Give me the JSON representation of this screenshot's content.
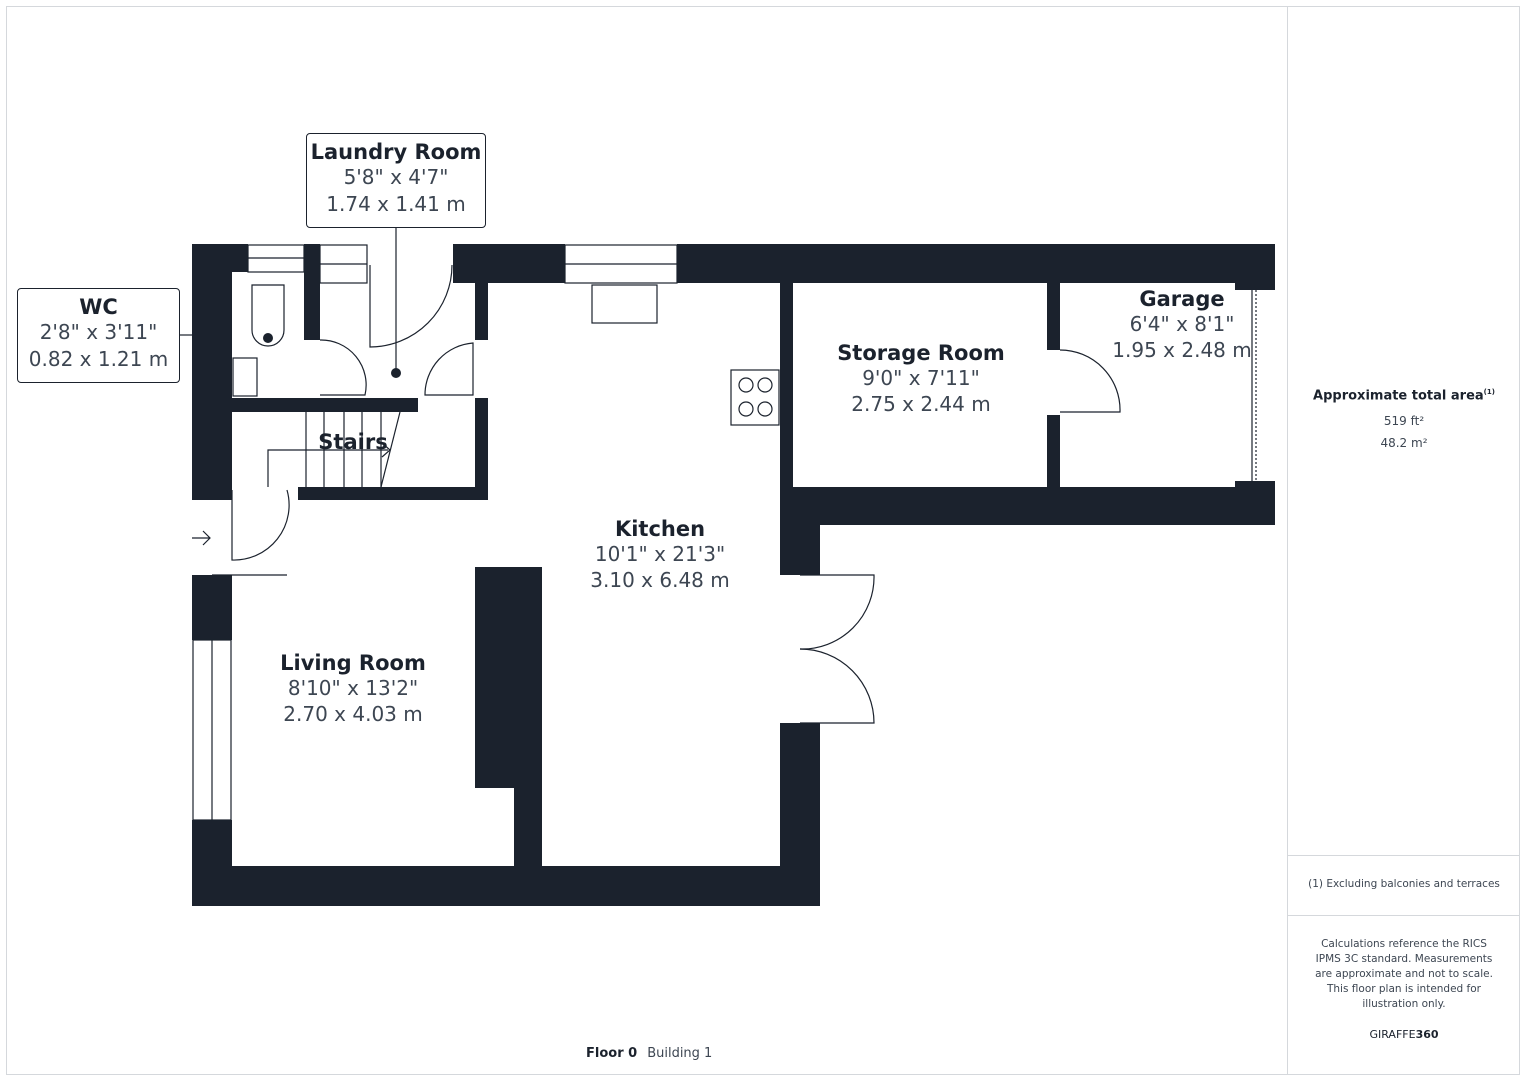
{
  "rooms": [
    {
      "name": "Laundry Room",
      "imperial": "5'8\" x 4'7\"",
      "metric": "1.74 x 1.41 m"
    },
    {
      "name": "WC",
      "imperial": "2'8\" x 3'11\"",
      "metric": "0.82 x 1.21 m"
    },
    {
      "name": "Stairs"
    },
    {
      "name": "Storage Room",
      "imperial": "9'0\" x 7'11\"",
      "metric": "2.75 x 2.44 m"
    },
    {
      "name": "Garage",
      "imperial": "6'4\" x 8'1\"",
      "metric": "1.95 x 2.48 m"
    },
    {
      "name": "Kitchen",
      "imperial": "10'1\" x 21'3\"",
      "metric": "3.10 x 6.48 m"
    },
    {
      "name": "Living Room",
      "imperial": "8'10\" x 13'2\"",
      "metric": "2.70 x 4.03 m"
    }
  ],
  "panel": {
    "area_title": "Approximate total area",
    "area_note_marker": "(1)",
    "area_ft": "519 ft²",
    "area_m": "48.2 m²",
    "footnote": "(1) Excluding balconies and terraces",
    "disclaimer": "Calculations reference the RICS IPMS 3C standard. Measurements are approximate and not to scale. This floor plan is intended for illustration only.",
    "brand_prefix": "GIRAFFE",
    "brand_suffix": "360"
  },
  "footer": {
    "floor": "Floor 0",
    "building": "Building 1"
  },
  "colors": {
    "wall": "#1b222d",
    "text": "#1b222d",
    "muted": "#3d4652",
    "border": "#d5d8dc"
  }
}
